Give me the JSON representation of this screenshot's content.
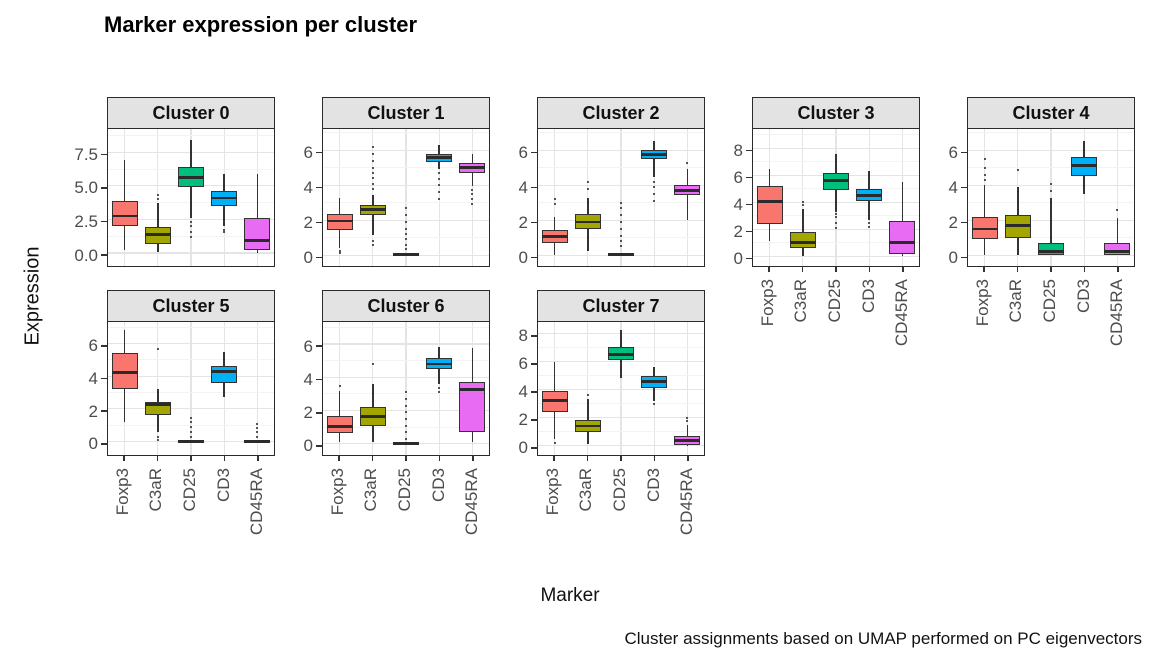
{
  "title": "Marker expression per cluster",
  "caption": "Cluster assignments based on UMAP performed on PC eigenvectors",
  "chart_data": {
    "type": "boxplot",
    "facet_by": "cluster",
    "xlabel": "Marker",
    "ylabel": "Expression",
    "categories": [
      "Foxp3",
      "C3aR",
      "CD25",
      "CD3",
      "CD45RA"
    ],
    "colors": {
      "Foxp3": "#F8766D",
      "C3aR": "#A3A500",
      "CD25": "#00BF7D",
      "CD3": "#00B0F6",
      "CD45RA": "#E76BF3"
    },
    "panel_border_color": "#2b2b2b",
    "strip_bg_color": "#e3e3e3",
    "gridline_major_color": "#e4e4e4",
    "gridline_minor_color": "#f3f3f3",
    "clusters": [
      {
        "label": "Cluster 0",
        "ticks": [
          0,
          2.5,
          5,
          7.5
        ],
        "tick_labels": [
          "0.0",
          "2.5",
          "5.0",
          "7.5"
        ],
        "ylim": [
          -1.0,
          9.2
        ],
        "boxes": [
          {
            "marker": "Foxp3",
            "whislo": 0.25,
            "q1": 2.0,
            "med": 2.75,
            "q3": 3.9,
            "whishi": 6.9,
            "outliers": []
          },
          {
            "marker": "C3aR",
            "whislo": 0.05,
            "q1": 0.7,
            "med": 1.35,
            "q3": 1.9,
            "whishi": 3.7,
            "outliers": [
              4.0,
              4.3
            ]
          },
          {
            "marker": "CD25",
            "whislo": 2.6,
            "q1": 4.9,
            "med": 5.6,
            "q3": 6.4,
            "whishi": 8.4,
            "outliers": [
              1.2,
              1.6,
              2.0,
              2.3
            ]
          },
          {
            "marker": "CD3",
            "whislo": 2.0,
            "q1": 3.5,
            "med": 4.1,
            "q3": 4.65,
            "whishi": 5.9,
            "outliers": [
              1.55,
              1.75
            ]
          },
          {
            "marker": "CD45RA",
            "whislo": 0.0,
            "q1": 0.25,
            "med": 0.95,
            "q3": 2.6,
            "whishi": 5.9,
            "outliers": []
          }
        ]
      },
      {
        "label": "Cluster 1",
        "ticks": [
          0,
          2,
          4,
          6
        ],
        "tick_labels": [
          "0",
          "2",
          "4",
          "6"
        ],
        "ylim": [
          -0.65,
          7.2
        ],
        "boxes": [
          {
            "marker": "Foxp3",
            "whislo": 0.4,
            "q1": 1.45,
            "med": 1.95,
            "q3": 2.35,
            "whishi": 3.25,
            "outliers": [
              0.1,
              0.25
            ]
          },
          {
            "marker": "C3aR",
            "whislo": 1.15,
            "q1": 2.3,
            "med": 2.6,
            "q3": 2.85,
            "whishi": 3.45,
            "outliers": [
              0.6,
              0.8,
              3.8,
              4.1,
              4.4,
              4.7,
              5.0,
              5.4,
              5.8,
              6.2
            ]
          },
          {
            "marker": "CD25",
            "whislo": 0.0,
            "q1": 0.0,
            "med": 0.02,
            "q3": 0.06,
            "whishi": 0.12,
            "outliers": [
              0.35,
              0.6,
              0.9,
              1.2,
              1.5,
              1.9,
              2.3,
              2.7
            ]
          },
          {
            "marker": "CD3",
            "whislo": 4.95,
            "q1": 5.35,
            "med": 5.6,
            "q3": 5.8,
            "whishi": 6.3,
            "outliers": [
              3.2,
              3.6,
              4.0,
              4.35,
              4.7
            ]
          },
          {
            "marker": "CD45RA",
            "whislo": 3.95,
            "q1": 4.7,
            "med": 5.0,
            "q3": 5.25,
            "whishi": 5.8,
            "outliers": [
              2.9,
              3.2,
              3.5,
              3.75
            ]
          }
        ]
      },
      {
        "label": "Cluster 2",
        "ticks": [
          0,
          2,
          4,
          6
        ],
        "tick_labels": [
          "0",
          "2",
          "4",
          "6"
        ],
        "ylim": [
          -0.65,
          7.2
        ],
        "boxes": [
          {
            "marker": "Foxp3",
            "whislo": 0.0,
            "q1": 0.7,
            "med": 1.05,
            "q3": 1.45,
            "whishi": 2.2,
            "outliers": [
              2.9,
              3.2
            ]
          },
          {
            "marker": "C3aR",
            "whislo": 0.2,
            "q1": 1.5,
            "med": 1.9,
            "q3": 2.35,
            "whishi": 3.25,
            "outliers": [
              3.8,
              4.2
            ]
          },
          {
            "marker": "CD25",
            "whislo": 0.0,
            "q1": 0.0,
            "med": 0.02,
            "q3": 0.06,
            "whishi": 0.12,
            "outliers": [
              0.5,
              0.8,
              1.1,
              1.5,
              1.9,
              2.3,
              2.7,
              3.0
            ]
          },
          {
            "marker": "CD3",
            "whislo": 4.5,
            "q1": 5.5,
            "med": 5.75,
            "q3": 6.05,
            "whishi": 6.55,
            "outliers": [
              3.1,
              3.5,
              3.9,
              4.2
            ]
          },
          {
            "marker": "CD45RA",
            "whislo": 2.0,
            "q1": 3.45,
            "med": 3.7,
            "q3": 4.0,
            "whishi": 4.95,
            "outliers": [
              5.3
            ]
          }
        ]
      },
      {
        "label": "Cluster 3",
        "ticks": [
          0,
          2,
          4,
          6,
          8
        ],
        "tick_labels": [
          "0",
          "2",
          "4",
          "6",
          "8"
        ],
        "ylim": [
          -0.75,
          9.4
        ],
        "boxes": [
          {
            "marker": "Foxp3",
            "whislo": 1.1,
            "q1": 2.4,
            "med": 4.05,
            "q3": 5.2,
            "whishi": 6.5,
            "outliers": []
          },
          {
            "marker": "C3aR",
            "whislo": 0.05,
            "q1": 0.6,
            "med": 1.05,
            "q3": 1.8,
            "whishi": 3.5,
            "outliers": [
              3.8,
              4.05
            ]
          },
          {
            "marker": "CD25",
            "whislo": 3.3,
            "q1": 4.9,
            "med": 5.6,
            "q3": 6.2,
            "whishi": 7.6,
            "outliers": [
              2.1,
              2.5,
              2.9,
              3.1
            ]
          },
          {
            "marker": "CD3",
            "whislo": 2.7,
            "q1": 4.1,
            "med": 4.5,
            "q3": 5.0,
            "whishi": 6.3,
            "outliers": [
              2.2,
              2.45
            ]
          },
          {
            "marker": "CD45RA",
            "whislo": 0.0,
            "q1": 0.15,
            "med": 1.0,
            "q3": 2.6,
            "whishi": 5.5,
            "outliers": []
          }
        ]
      },
      {
        "label": "Cluster 4",
        "ticks": [
          0,
          2,
          4,
          6
        ],
        "tick_labels": [
          "0",
          "2",
          "4",
          "6"
        ],
        "ylim": [
          -0.65,
          7.2
        ],
        "boxes": [
          {
            "marker": "Foxp3",
            "whislo": 0.0,
            "q1": 0.9,
            "med": 1.5,
            "q3": 2.2,
            "whishi": 4.0,
            "outliers": [
              4.3,
              4.6,
              5.0,
              5.5
            ]
          },
          {
            "marker": "C3aR",
            "whislo": 0.0,
            "q1": 1.0,
            "med": 1.7,
            "q3": 2.3,
            "whishi": 3.9,
            "outliers": [
              4.9
            ]
          },
          {
            "marker": "CD25",
            "whislo": 0.0,
            "q1": 0.02,
            "med": 0.2,
            "q3": 0.7,
            "whishi": 3.3,
            "outliers": [
              3.7,
              4.1
            ]
          },
          {
            "marker": "CD3",
            "whislo": 3.5,
            "q1": 4.5,
            "med": 5.15,
            "q3": 5.6,
            "whishi": 6.55,
            "outliers": []
          },
          {
            "marker": "CD45RA",
            "whislo": 0.0,
            "q1": 0.02,
            "med": 0.2,
            "q3": 0.7,
            "whishi": 2.1,
            "outliers": [
              2.6
            ]
          }
        ]
      },
      {
        "label": "Cluster 5",
        "ticks": [
          0,
          2,
          4,
          6
        ],
        "tick_labels": [
          "0",
          "2",
          "4",
          "6"
        ],
        "ylim": [
          -0.85,
          7.3
        ],
        "boxes": [
          {
            "marker": "Foxp3",
            "whislo": 1.2,
            "q1": 3.2,
            "med": 4.25,
            "q3": 5.4,
            "whishi": 6.85,
            "outliers": []
          },
          {
            "marker": "C3aR",
            "whislo": 0.6,
            "q1": 1.6,
            "med": 2.25,
            "q3": 2.45,
            "whishi": 3.2,
            "outliers": [
              0.1,
              0.3,
              5.7
            ]
          },
          {
            "marker": "CD25",
            "whislo": 0.0,
            "q1": 0.0,
            "med": 0.02,
            "q3": 0.06,
            "whishi": 0.12,
            "outliers": [
              0.3,
              0.6,
              0.9,
              1.2,
              1.45
            ]
          },
          {
            "marker": "CD3",
            "whislo": 2.7,
            "q1": 3.6,
            "med": 4.3,
            "q3": 4.65,
            "whishi": 5.5,
            "outliers": []
          },
          {
            "marker": "CD45RA",
            "whislo": 0.0,
            "q1": 0.0,
            "med": 0.02,
            "q3": 0.06,
            "whishi": 0.12,
            "outliers": [
              0.3,
              0.6,
              0.85,
              1.1
            ]
          }
        ]
      },
      {
        "label": "Cluster 6",
        "ticks": [
          0,
          2,
          4,
          6
        ],
        "tick_labels": [
          "0",
          "2",
          "4",
          "6"
        ],
        "ylim": [
          -0.7,
          7.3
        ],
        "boxes": [
          {
            "marker": "Foxp3",
            "whislo": 0.1,
            "q1": 0.65,
            "med": 1.05,
            "q3": 1.7,
            "whishi": 3.2,
            "outliers": [
              3.45
            ]
          },
          {
            "marker": "C3aR",
            "whislo": 0.1,
            "q1": 1.1,
            "med": 1.65,
            "q3": 2.2,
            "whishi": 3.6,
            "outliers": [
              4.8
            ]
          },
          {
            "marker": "CD25",
            "whislo": 0.0,
            "q1": 0.0,
            "med": 0.02,
            "q3": 0.06,
            "whishi": 0.12,
            "outliers": [
              0.3,
              0.7,
              1.1,
              1.5,
              1.9,
              2.3,
              2.7,
              3.1
            ]
          },
          {
            "marker": "CD3",
            "whislo": 3.6,
            "q1": 4.5,
            "med": 4.8,
            "q3": 5.15,
            "whishi": 5.85,
            "outliers": [
              3.1,
              3.35
            ]
          },
          {
            "marker": "CD45RA",
            "whislo": 0.1,
            "q1": 0.7,
            "med": 3.25,
            "q3": 3.7,
            "whishi": 5.75,
            "outliers": []
          }
        ]
      },
      {
        "label": "Cluster 7",
        "ticks": [
          0,
          2,
          4,
          6,
          8
        ],
        "tick_labels": [
          "0",
          "2",
          "4",
          "6",
          "8"
        ],
        "ylim": [
          -0.7,
          8.8
        ],
        "boxes": [
          {
            "marker": "Foxp3",
            "whislo": 0.5,
            "q1": 2.4,
            "med": 3.2,
            "q3": 3.9,
            "whishi": 6.0,
            "outliers": [
              0.2
            ]
          },
          {
            "marker": "C3aR",
            "whislo": 0.1,
            "q1": 0.95,
            "med": 1.4,
            "q3": 1.8,
            "whishi": 3.3,
            "outliers": [
              3.6
            ]
          },
          {
            "marker": "CD25",
            "whislo": 4.8,
            "q1": 6.1,
            "med": 6.5,
            "q3": 7.05,
            "whishi": 8.25,
            "outliers": []
          },
          {
            "marker": "CD3",
            "whislo": 3.2,
            "q1": 4.1,
            "med": 4.6,
            "q3": 4.95,
            "whishi": 5.65,
            "outliers": [
              2.95
            ]
          },
          {
            "marker": "CD45RA",
            "whislo": 0.0,
            "q1": 0.05,
            "med": 0.35,
            "q3": 0.7,
            "whishi": 1.5,
            "outliers": [
              1.75,
              2.0
            ]
          }
        ]
      }
    ]
  }
}
